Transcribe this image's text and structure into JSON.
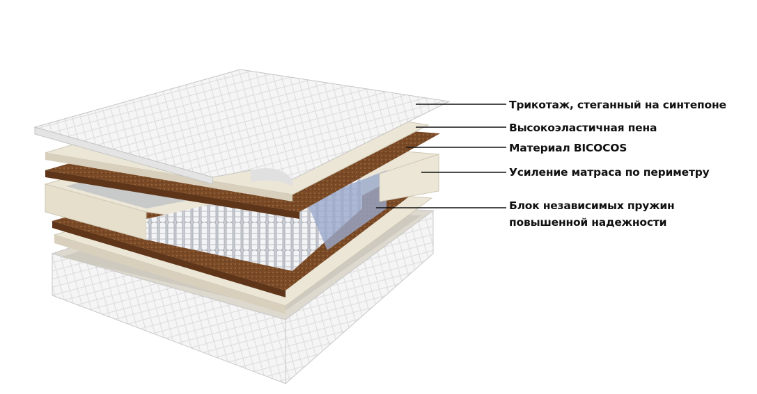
{
  "labels": [
    {
      "id": "knit",
      "lines": [
        "Трикотаж, стеганный на синтепоне"
      ]
    },
    {
      "id": "foam",
      "lines": [
        "Высокоэластичная пена"
      ]
    },
    {
      "id": "bicocos",
      "lines": [
        "Материал BICOCOS"
      ]
    },
    {
      "id": "perimeter",
      "lines": [
        "Усиление матраса по периметру"
      ]
    },
    {
      "id": "springs",
      "lines": [
        "Блок независимых пружин",
        "повышенной надежности"
      ]
    }
  ],
  "colors": {
    "coir": "#7a4a26",
    "foam": "#ece6d6",
    "cover": "#f4f4f4",
    "spring_blue": "#9aa9cc",
    "line": "#111111"
  }
}
